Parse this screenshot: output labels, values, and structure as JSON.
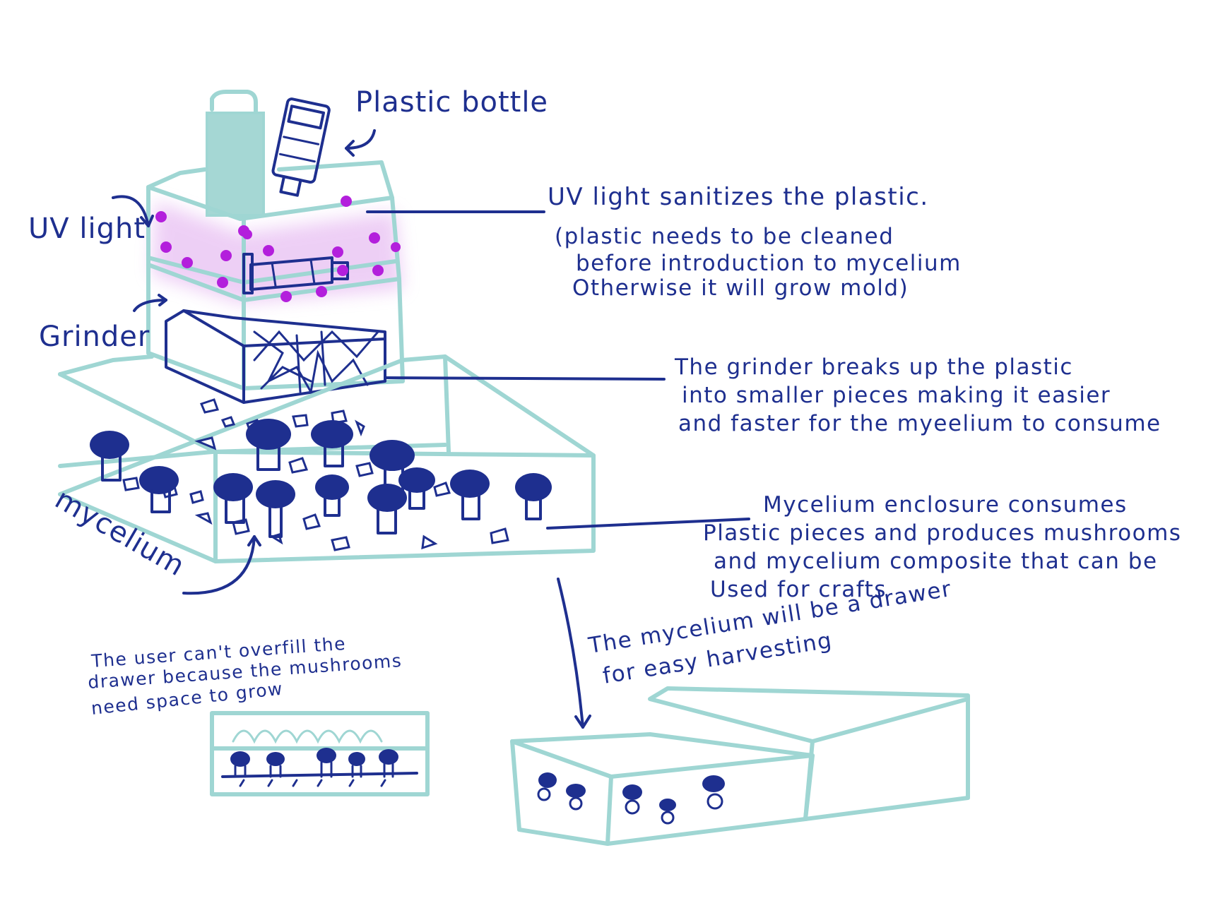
{
  "labels": {
    "plastic_bottle": "Plastic bottle",
    "uv_light": "UV light",
    "grinder": "Grinder",
    "mycelium": "mycelium"
  },
  "notes": {
    "uv": {
      "line1": "UV light sanitizes the plastic.",
      "line2": "(plastic needs to be cleaned",
      "line3": "before introduction to mycelium",
      "line4": "Otherwise it will grow mold)"
    },
    "grinder": {
      "line1": "The grinder breaks up the plastic",
      "line2": "into smaller pieces making it easier",
      "line3": "and faster for the myeelium to consume"
    },
    "enclosure": {
      "line1": "Mycelium enclosure consumes",
      "line2": "Plastic pieces and produces mushrooms",
      "line3": "and mycelium composite that can be",
      "line4": "Used for crafts"
    },
    "drawer": {
      "line1": "The mycelium will be a drawer",
      "line2": "for easy harvesting"
    },
    "overfill": {
      "line1": "The user can't overfill the",
      "line2": "drawer because the mushrooms",
      "line3": "need space to grow"
    }
  },
  "colors": {
    "ink": "#1e2f8f",
    "outline": "#9fd6d3",
    "uv_glow": "#e0a8ee",
    "uv_dot": "#b31fdc"
  }
}
